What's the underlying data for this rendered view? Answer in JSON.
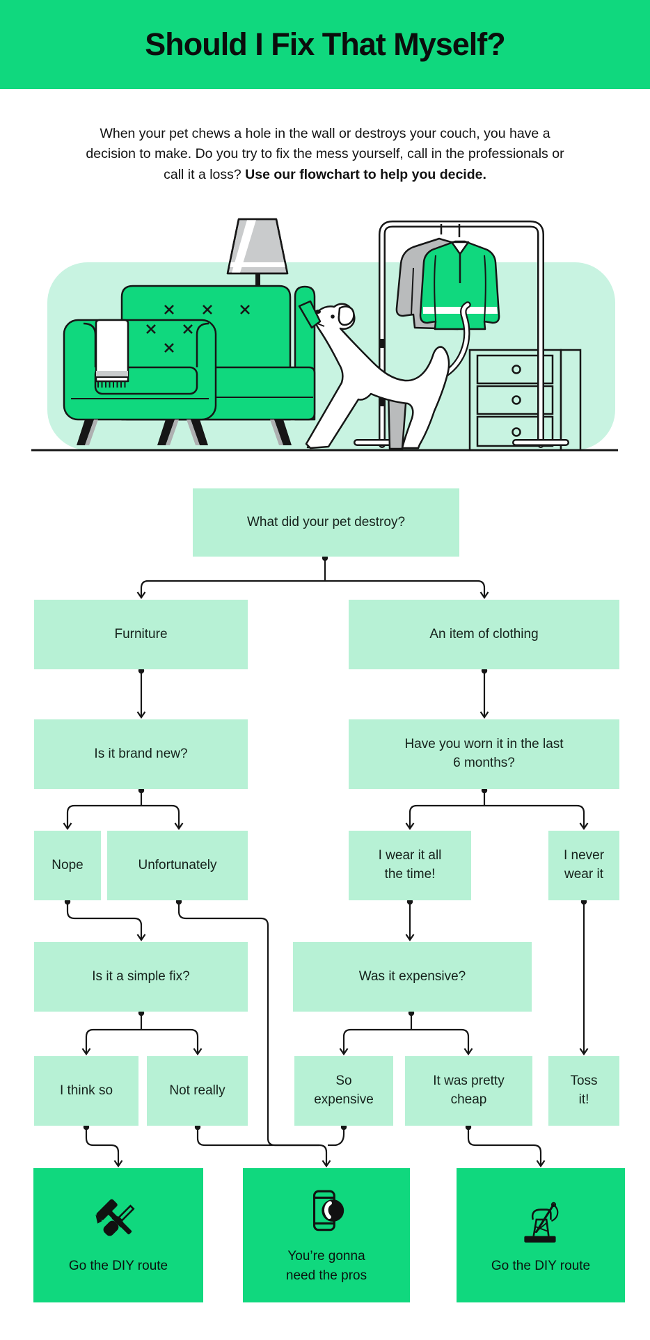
{
  "page": {
    "title": "Should I Fix That Myself?"
  },
  "intro": {
    "lead": "When your pet chews a hole in the wall or destroys your couch, you have a decision to make. Do you try to fix the mess yourself, call in the professionals or call it a loss? ",
    "bold": "Use our flowchart to help you decide."
  },
  "illustration": {
    "scene": "A white dog tugs a torn green piece from a couch, next to a floor lamp, a clothing rack holding a gray jacket and a green jacket, and a mint dresser with three round-knob drawers."
  },
  "colors": {
    "brand_green": "#10D87E",
    "node_mint": "#B7F1D5",
    "illustration_mint": "#C8F3E1",
    "ink": "#161616"
  },
  "flow": {
    "q_destroy": "What did your pet destroy?",
    "a_furniture": "Furniture",
    "a_clothing": "An item of clothing",
    "q_brand_new": "Is it brand new?",
    "q_worn": "Have you worn it in the last 6 months?",
    "a_nope": "Nope",
    "a_unfortunately": "Unfortunately",
    "a_wear_all": "I wear it all the time!",
    "a_never_wear": "I never wear it",
    "q_simple_fix": "Is it a simple fix?",
    "q_expensive": "Was it expensive?",
    "a_think_so": "I think so",
    "a_not_really": "Not really",
    "a_so_expensive": "So expensive",
    "a_pretty_cheap": "It was pretty cheap",
    "a_toss": "Toss it!",
    "r_diy_furniture": "Go the DIY route",
    "r_pros": "You’re gonna need the pros",
    "r_diy_clothing": "Go the DIY route"
  },
  "icons": {
    "left_result": "crossed-hammer-and-screwdriver",
    "middle_result": "phone-with-call-badge",
    "right_result": "sewing-machine"
  }
}
